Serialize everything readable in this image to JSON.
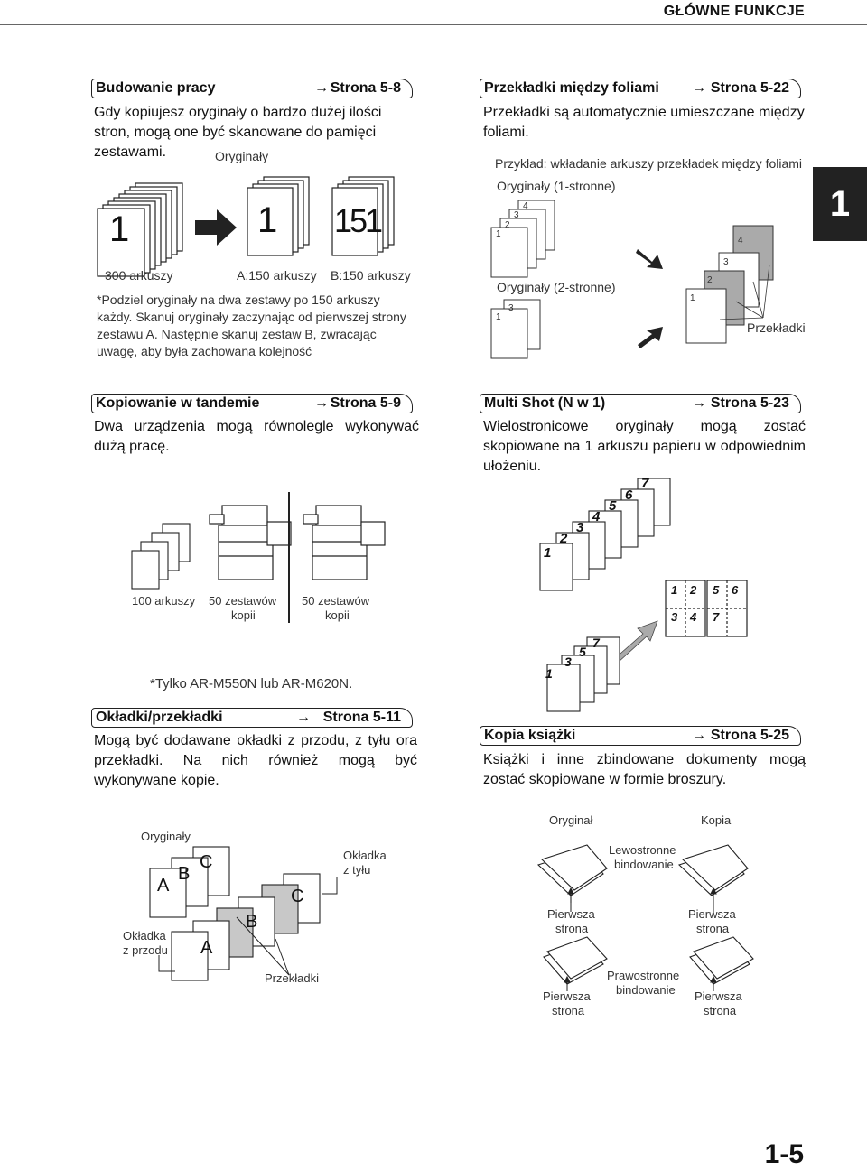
{
  "header": {
    "title": "GŁÓWNE FUNKCJE",
    "tab": "1",
    "page_number": "1-5"
  },
  "arrow_glyph": "→",
  "sections": {
    "budowanie": {
      "title": "Budowanie pracy",
      "ref": "Strona 5-8",
      "text": "Gdy kopiujesz oryginały o bardzo dużej ilości stron, mogą one być skanowane do pamięci zestawami.",
      "fig": {
        "originals": "Oryginały",
        "count_300": "300 arkuszy",
        "count_a": "A:150 arkuszy",
        "count_b": "B:150 arkuszy",
        "page_1": "1",
        "page_151": "151",
        "note": "*Podziel oryginały na dwa zestawy po 150 arkuszy każdy. Skanuj oryginały zaczynając od pierwszej strony zestawu A. Następnie skanuj zestaw B, zwracając uwagę, aby była zachowana kolejność"
      }
    },
    "przekladki": {
      "title": "Przekładki między foliami",
      "ref": "Strona 5-22",
      "text": "Przekładki są automatycznie umieszczane między foliami.",
      "fig": {
        "example": "Przykład: wkładanie arkuszy przekładek między foliami",
        "one_sided": "Oryginały (1-stronne)",
        "two_sided": "Oryginały (2-stronne)",
        "inserts": "Przekładki",
        "n1": "1",
        "n2": "2",
        "n3": "3",
        "n4": "4"
      }
    },
    "tandem": {
      "title": "Kopiowanie w tandemie",
      "ref": "Strona 5-9",
      "text": "Dwa urządzenia mogą równolegle wykonywać dużą pracę.",
      "fig": {
        "count": "100 arkuszy",
        "set1a": "50 zestawów",
        "set1b": "kopii",
        "set2a": "50 zestawów",
        "set2b": "kopii",
        "note": "*Tylko AR-M550N lub AR-M620N."
      }
    },
    "multishot": {
      "title": "Multi Shot (N w 1)",
      "ref": "Strona 5-23",
      "text": "Wielostronicowe oryginały mogą zostać skopiowane na 1 arkuszu papieru w odpowiednim ułożeniu.",
      "fig": {
        "pages": [
          "1",
          "2",
          "3",
          "4",
          "5",
          "6",
          "7"
        ]
      }
    },
    "okladki": {
      "title": "Okładki/przekładki",
      "ref": "Strona 5-11",
      "text": "Mogą być dodawane okładki z przodu, z tyłu ora przekładki. Na nich również mogą być wykonywane kopie.",
      "fig": {
        "originals": "Oryginały",
        "back_cover_1": "Okładka",
        "back_cover_2": "z tyłu",
        "front_cover_1": "Okładka",
        "front_cover_2": "z przodu",
        "inserts": "Przekładki",
        "a": "A",
        "b": "B",
        "c": "C"
      }
    },
    "kopia_ksiazki": {
      "title": "Kopia książki",
      "ref": "Strona 5-25",
      "text": "Książki i inne zbindowane dokumenty mogą zostać skopiowane w formie broszury.",
      "fig": {
        "original": "Oryginał",
        "copy": "Kopia",
        "left_1": "Lewostronne",
        "left_2": "bindowanie",
        "right_1": "Prawostronne",
        "right_2": "bindowanie",
        "first_1": "Pierwsza",
        "first_2": "strona"
      }
    }
  }
}
